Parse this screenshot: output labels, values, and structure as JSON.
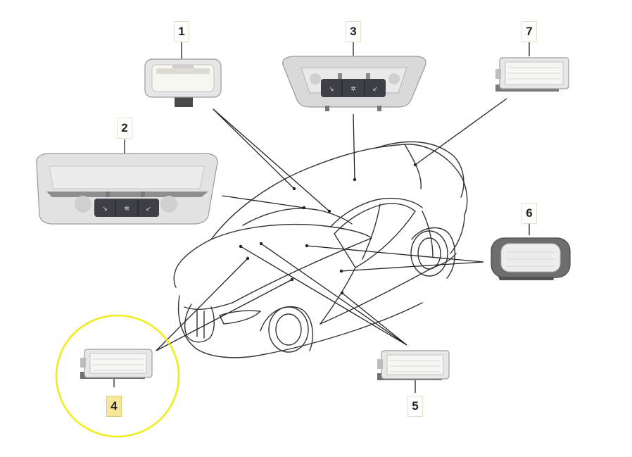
{
  "diagram": {
    "callouts": [
      {
        "id": "1",
        "label": "1",
        "highlighted": false
      },
      {
        "id": "2",
        "label": "2",
        "highlighted": false
      },
      {
        "id": "3",
        "label": "3",
        "highlighted": false
      },
      {
        "id": "4",
        "label": "4",
        "highlighted": true
      },
      {
        "id": "5",
        "label": "5",
        "highlighted": false
      },
      {
        "id": "6",
        "label": "6",
        "highlighted": false
      },
      {
        "id": "7",
        "label": "7",
        "highlighted": false
      }
    ],
    "colors": {
      "highlight_circle": "#f2ec1c",
      "highlight_fill": "#f7e79b",
      "line": "#222222",
      "part_body": "#dcdcdc",
      "part_dark": "#555555",
      "button": "#3e4045",
      "lamp": "#f4f4f4",
      "lens_dark": "#6e6e6e"
    },
    "icons": [
      "reading-lamp-left-icon",
      "light-icon",
      "reading-lamp-right-icon"
    ]
  }
}
